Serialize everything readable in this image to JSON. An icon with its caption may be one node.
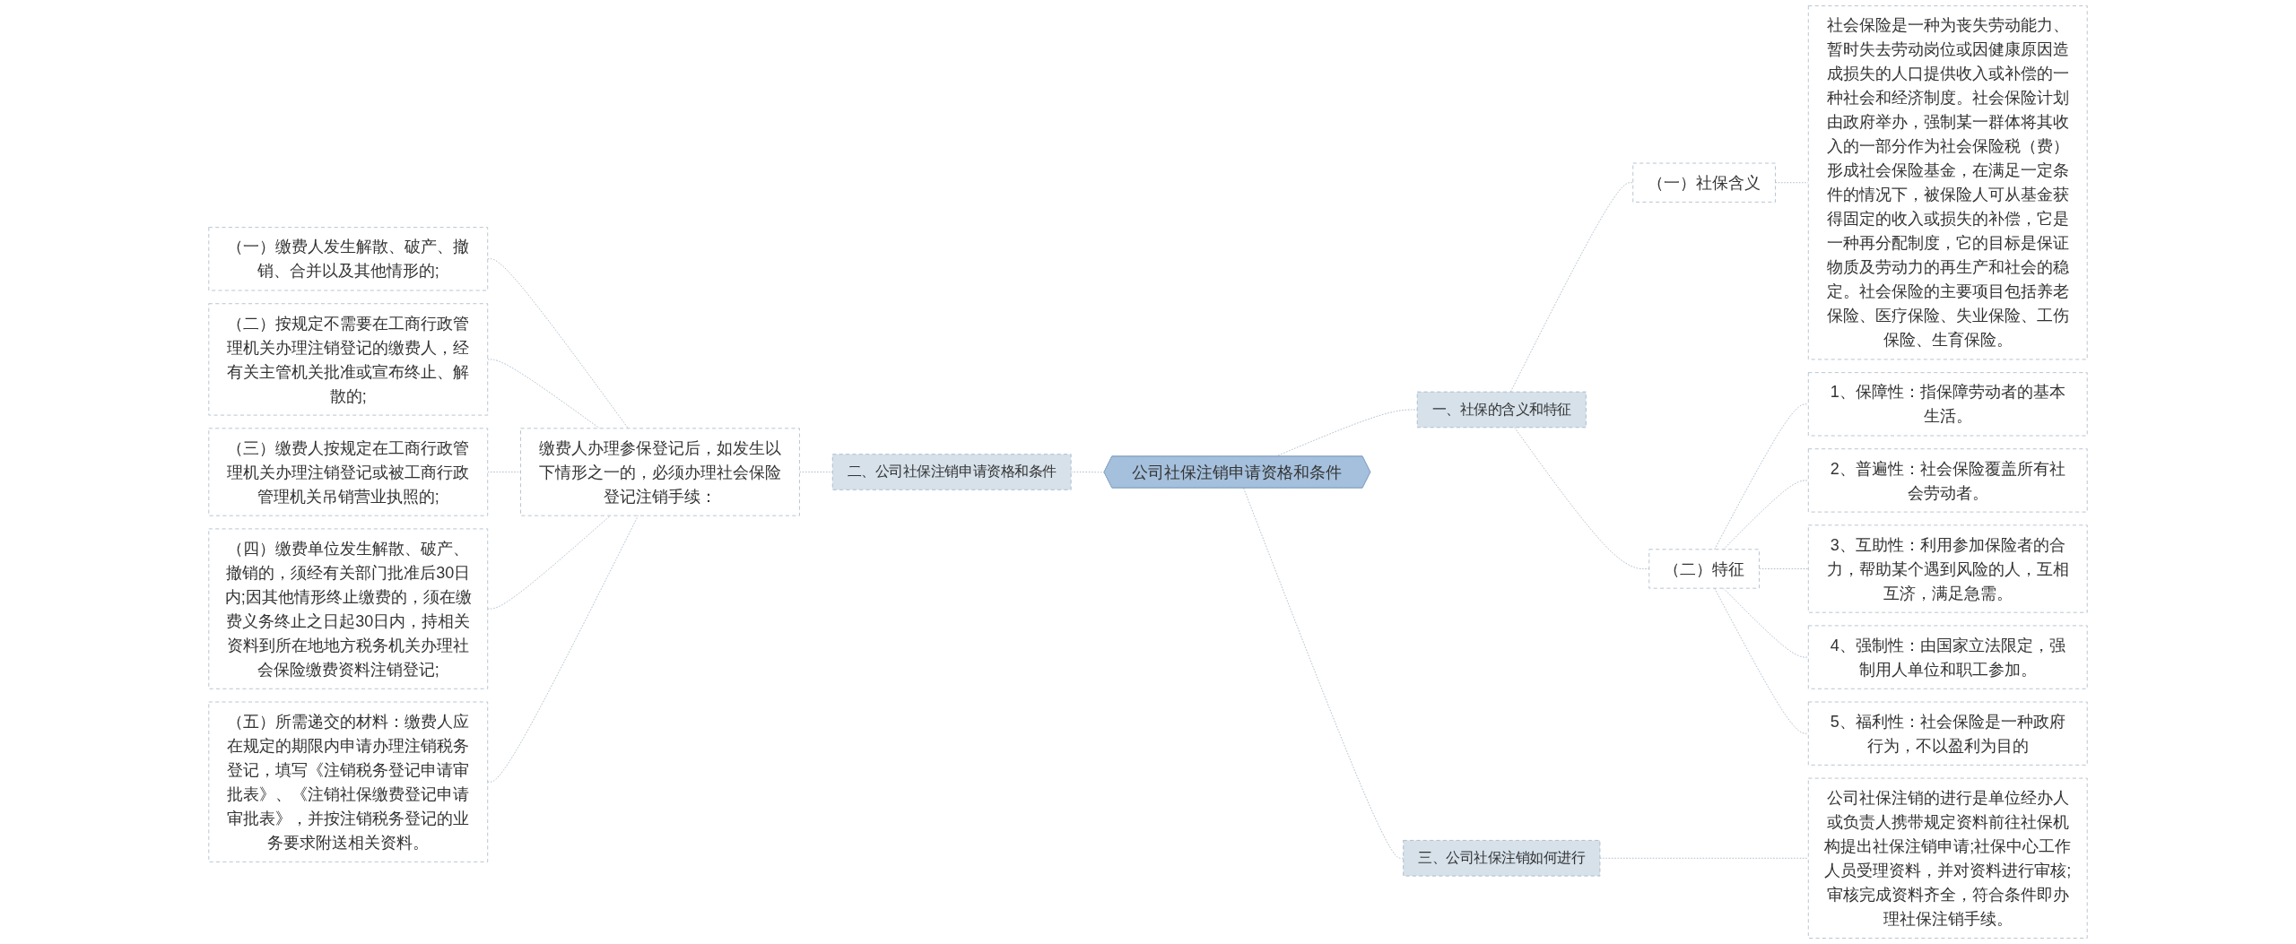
{
  "diagram": {
    "nodes": [
      {
        "text": [
          "公司社保注销申请资格和条件"
        ]
      },
      {
        "text": [
          "一、社保的含义和特征"
        ]
      },
      {
        "text": [
          "（一）社保含义"
        ]
      },
      {
        "text": [
          "社会保险是一种为丧失劳动能力、暂时失去劳动岗位或因健康原因造成损失的人口提供收入或补偿的一种社会和经济制度。社会保险计划由政府举办，强制某一群体将其收入的一部分作为社会保险税（费）形成社会保险基金，在满足一定条件的情况下，被保险人可从基金获得固定的收入或损失的补偿，它是一种再分配制度，它的目标是保证物质及劳动力的再生产和社会的稳定。社会保险的主要项目包括养老保险、医疗保险、失业保险、工伤保险、生育保险。"
        ]
      },
      {
        "text": [
          "（二）特征"
        ]
      },
      {
        "text": [
          "1、保障性：指保障劳动者的基本生活。"
        ]
      },
      {
        "text": [
          "2、普遍性：社会保险覆盖所有社会劳动者。"
        ]
      },
      {
        "text": [
          "3、互助性：利用参加保险者的合力，帮助某个遇到风险的人，互相互济，满足急需。"
        ]
      },
      {
        "text": [
          "4、强制性：由国家立法限定，强制用人单位和职工参加。"
        ]
      },
      {
        "text": [
          "5、福利性：社会保险是一种政府行为，不以盈利为目的"
        ]
      },
      {
        "text": [
          "二、公司社保注销申请资格和条件"
        ]
      },
      {
        "text": [
          "缴费人办理参保登记后，如发生以下情形之一的，必须办理社会保险登记注销手续："
        ]
      },
      {
        "text": [
          "（一）缴费人发生解散、破产、撤销、合并以及其他情形的;"
        ]
      },
      {
        "text": [
          "（二）按规定不需要在工商行政管理机关办理注销登记的缴费人，经有关主管机关批准或宣布终止、解散的;"
        ]
      },
      {
        "text": [
          "（三）缴费人按规定在工商行政管理机关办理注销登记或被工商行政管理机关吊销营业执照的;"
        ]
      },
      {
        "text": [
          "（四）缴费单位发生解散、破产、撤销的，须经有关部门批准后30日内;因其他情形终止缴费的，须在缴费义务终止之日起30日内，持相关资料到所在地地方税务机关办理社会保险缴费资料注销登记;"
        ]
      },
      {
        "text": [
          "（五）所需递交的材料：缴费人应在规定的期限内申请办理注销税务登记，填写《注销税务登记申请审批表》、《注销社保缴费登记申请审批表》，并按注销税务登记的业务要求附送相关资料。"
        ]
      },
      {
        "text": [
          "三、公司社保注销如何进行"
        ]
      },
      {
        "text": [
          "公司社保注销的进行是单位经办人或负责人携带规定资料前往社保机构提出社保注销申请;社保中心工作人员受理资料，并对资料进行审核;审核完成资料齐全，符合条件即办理社保注销手续。"
        ]
      }
    ],
    "edges": [
      {
        "from": 0,
        "to": 1,
        "arrow": "none",
        "style": "dashed"
      },
      {
        "from": 1,
        "to": 2,
        "arrow": "none",
        "style": "dashed"
      },
      {
        "from": 2,
        "to": 3,
        "arrow": "none",
        "style": "dashed"
      },
      {
        "from": 1,
        "to": 4,
        "arrow": "none",
        "style": "dashed"
      },
      {
        "from": 4,
        "to": 5,
        "arrow": "none",
        "style": "dashed"
      },
      {
        "from": 4,
        "to": 6,
        "arrow": "none",
        "style": "dashed"
      },
      {
        "from": 4,
        "to": 7,
        "arrow": "none",
        "style": "dashed"
      },
      {
        "from": 4,
        "to": 8,
        "arrow": "none",
        "style": "dashed"
      },
      {
        "from": 4,
        "to": 9,
        "arrow": "none",
        "style": "dashed"
      },
      {
        "from": 10,
        "to": 0,
        "arrow": "none",
        "style": "dashed"
      },
      {
        "from": 11,
        "to": 10,
        "arrow": "none",
        "style": "dashed"
      },
      {
        "from": 12,
        "to": 11,
        "arrow": "none",
        "style": "dashed"
      },
      {
        "from": 13,
        "to": 11,
        "arrow": "none",
        "style": "dashed"
      },
      {
        "from": 14,
        "to": 11,
        "arrow": "none",
        "style": "dashed"
      },
      {
        "from": 15,
        "to": 11,
        "arrow": "none",
        "style": "dashed"
      },
      {
        "from": 16,
        "to": 11,
        "arrow": "none",
        "style": "dashed"
      },
      {
        "from": 0,
        "to": 17,
        "arrow": "none",
        "style": "dashed"
      },
      {
        "from": 17,
        "to": 18,
        "arrow": "none",
        "style": "dashed"
      }
    ]
  }
}
